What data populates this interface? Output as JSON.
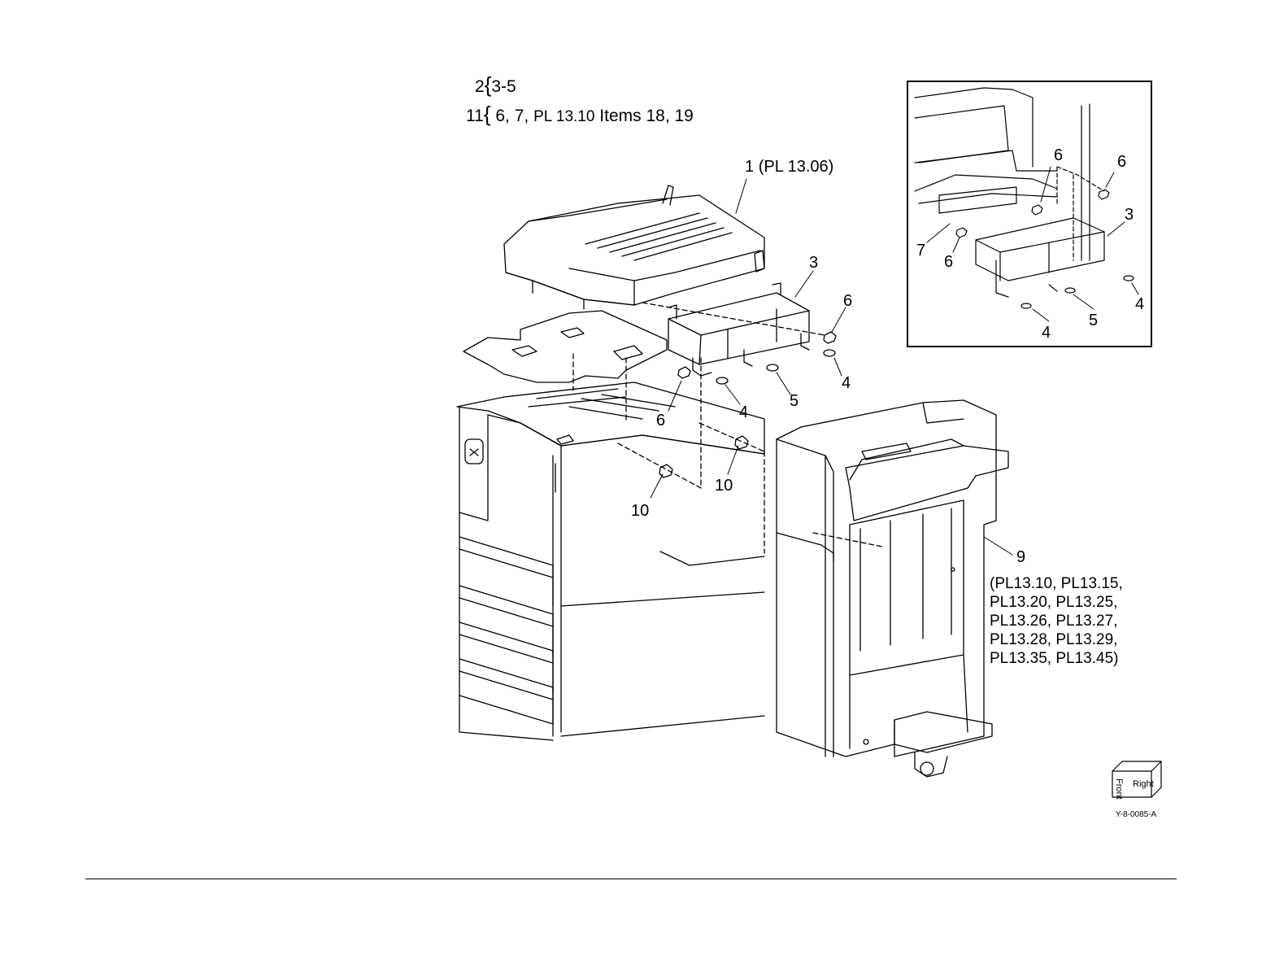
{
  "legend": {
    "line1": {
      "number": "2",
      "brace": "{",
      "items": "3-5"
    },
    "line2": {
      "number": "11",
      "brace": "{",
      "items_bold": "6, 7,",
      "items_rest": "PL 13.10",
      "items_tail": "Items 18, 19"
    }
  },
  "callouts": {
    "part1": {
      "number": "1",
      "ref": "(PL 13.06)"
    },
    "part3": "3",
    "part4a": "4",
    "part4b": "4",
    "part5": "5",
    "part6a": "6",
    "part6b": "6",
    "part10a": "10",
    "part10b": "10",
    "part9": "9"
  },
  "part9_refs": [
    "(PL13.10, PL13.15,",
    "PL13.20, PL13.25,",
    "PL13.26, PL13.27,",
    "PL13.28, PL13.29,",
    "PL13.35, PL13.45)"
  ],
  "inset": {
    "c6a": "6",
    "c6b": "6",
    "c6c": "6",
    "c3": "3",
    "c7": "7",
    "c4a": "4",
    "c4b": "4",
    "c5": "5"
  },
  "orientation_cube": {
    "front": "Front",
    "right": "Right"
  },
  "figure_code": "Y-8-0085-A"
}
